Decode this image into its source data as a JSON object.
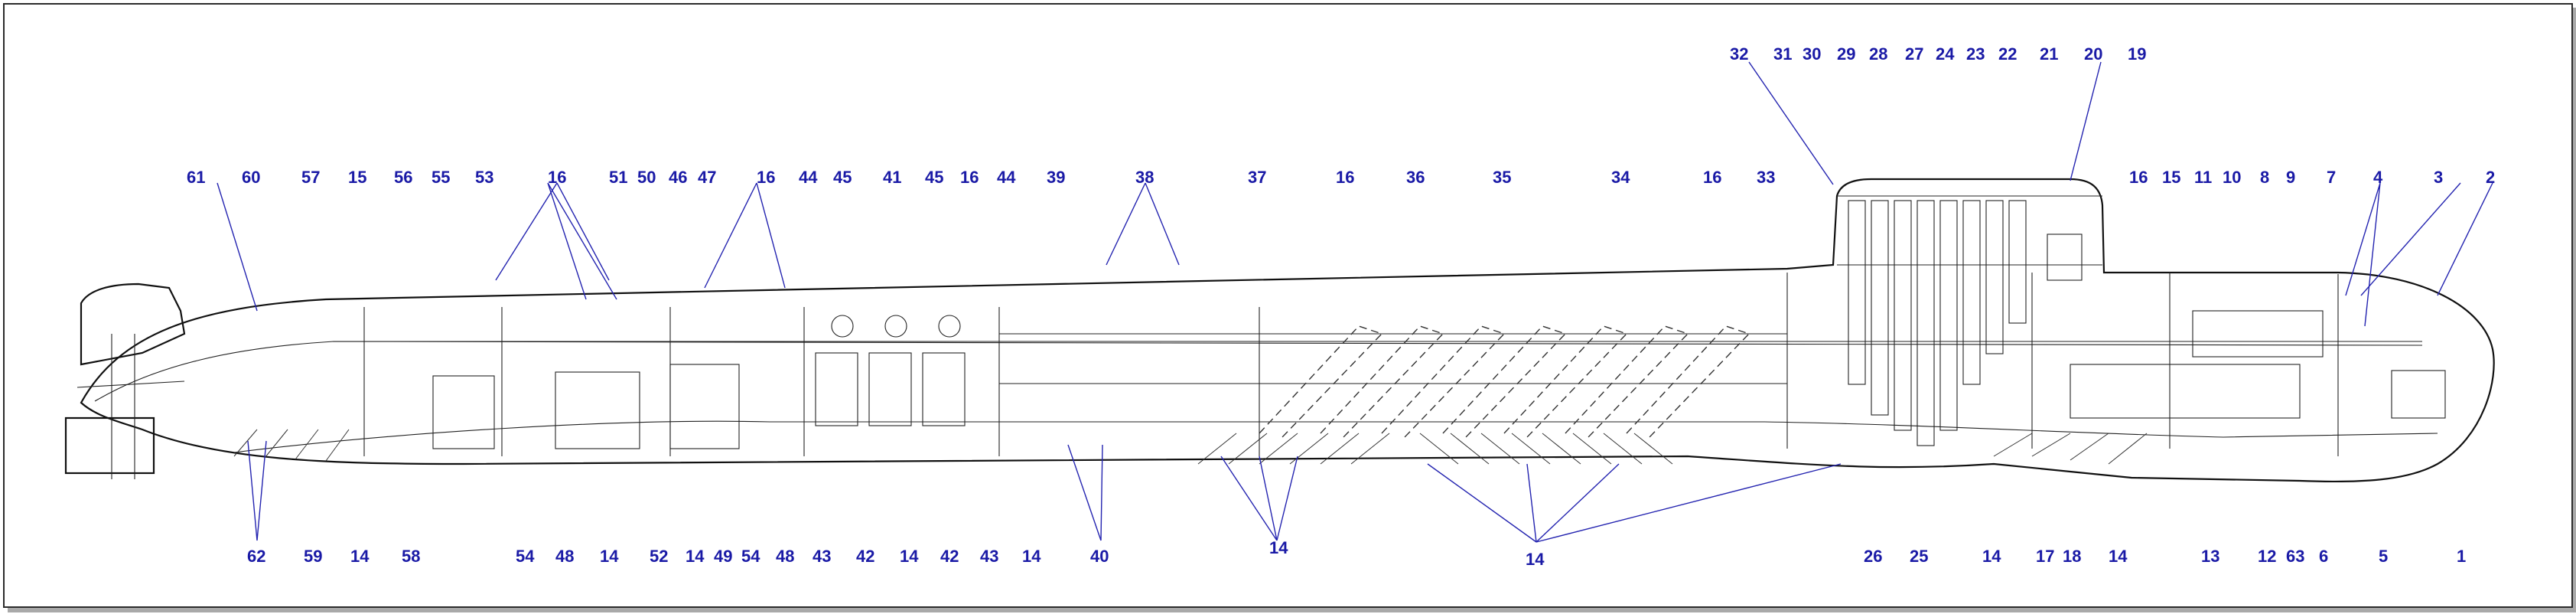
{
  "diagram": {
    "subject": "submarine-cutaway",
    "label_color": "#1a1aa6",
    "line_color": "#111111",
    "labels_top": [
      "61",
      "60",
      "57",
      "15",
      "56",
      "55",
      "53",
      "16",
      "51",
      "50",
      "46",
      "47",
      "16",
      "44",
      "45",
      "41",
      "45",
      "16",
      "44",
      "39",
      "38",
      "37",
      "16",
      "36",
      "35",
      "34",
      "16",
      "33",
      "32",
      "31",
      "30",
      "29",
      "28",
      "27",
      "24",
      "23",
      "22",
      "21",
      "20",
      "19",
      "16",
      "15",
      "11",
      "10",
      "8",
      "7",
      "9",
      "4",
      "3",
      "2"
    ],
    "labels_bottom": [
      "62",
      "59",
      "14",
      "58",
      "54",
      "48",
      "14",
      "52",
      "14",
      "49",
      "54",
      "48",
      "43",
      "42",
      "14",
      "42",
      "43",
      "14",
      "40",
      "14",
      "14",
      "26",
      "25",
      "14",
      "17",
      "18",
      "14",
      "13",
      "12",
      "63",
      "6",
      "5",
      "1"
    ]
  }
}
